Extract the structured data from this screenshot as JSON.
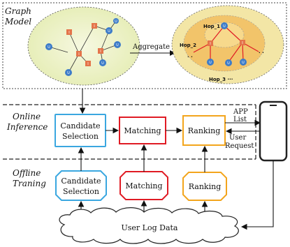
{
  "graph_model": {
    "title_line1": "Graph",
    "title_line2": "Model",
    "aggregate_label": "Aggregate",
    "user_node_label": "U",
    "item_node_label": "I",
    "hop_labels": [
      "Hop_1",
      "Hop_2",
      "Hop_3 ···"
    ]
  },
  "online": {
    "label_line1": "Online",
    "label_line2": "Inference",
    "candidate_line1": "Candidate",
    "candidate_line2": "Selection",
    "matching": "Matching",
    "ranking": "Ranking"
  },
  "offline": {
    "label_line1": "Offline",
    "label_line2": "Traning",
    "candidate_line1": "Candidate",
    "candidate_line2": "Selection",
    "matching": "Matching",
    "ranking": "Ranking"
  },
  "app_list_line1": "APP",
  "app_list_line2": "List",
  "user_request_line1": "User",
  "user_request_line2": "Request",
  "user_log_data": "User Log Data",
  "colors": {
    "candidate": "#3aa7e0",
    "matching": "#e01b24",
    "ranking": "#f3a51c",
    "item_node": "#e4744a",
    "user_node": "#3d7cc9",
    "graph_bg": "#eef2c8",
    "aggregate_outer": "#f3e6a6",
    "aggregate_inner": "#f2c46a"
  }
}
